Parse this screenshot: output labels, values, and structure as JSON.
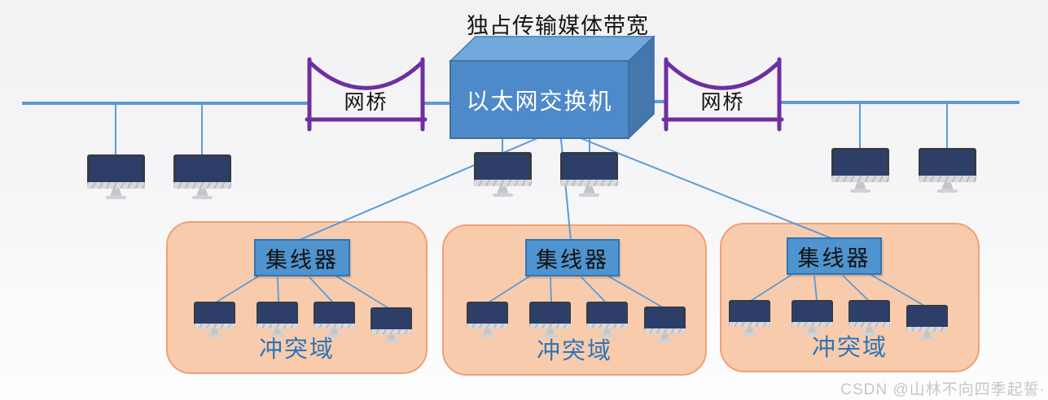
{
  "title": "独占传输媒体带宽",
  "switch": {
    "label": "以太网交换机"
  },
  "bridges": [
    {
      "label": "网桥"
    },
    {
      "label": "网桥"
    }
  ],
  "collision_domains": [
    {
      "hub_label": "集线器",
      "domain_label": "冲突域",
      "computer_count": 4
    },
    {
      "hub_label": "集线器",
      "domain_label": "冲突域",
      "computer_count": 4
    },
    {
      "hub_label": "集线器",
      "domain_label": "冲突域",
      "computer_count": 4
    }
  ],
  "standalone_computers": {
    "left_of_bridge": 2,
    "below_switch": 2,
    "right_of_bridge": 2
  },
  "watermark": "CSDN @山林不向四季起誓·",
  "colors": {
    "bus_line": "#5b9bd5",
    "bridge": "#6e2fa0",
    "switch_front": "#4e8ac9",
    "switch_top": "#72a9dc",
    "switch_side": "#4377ae",
    "domain_fill": "#f8cbad",
    "domain_border": "#efa076",
    "hub_fill": "#4f93cf",
    "hub_border": "#2e75b6",
    "domain_label_color": "#2e75b6",
    "monitor_screen": "#2d3f69"
  }
}
